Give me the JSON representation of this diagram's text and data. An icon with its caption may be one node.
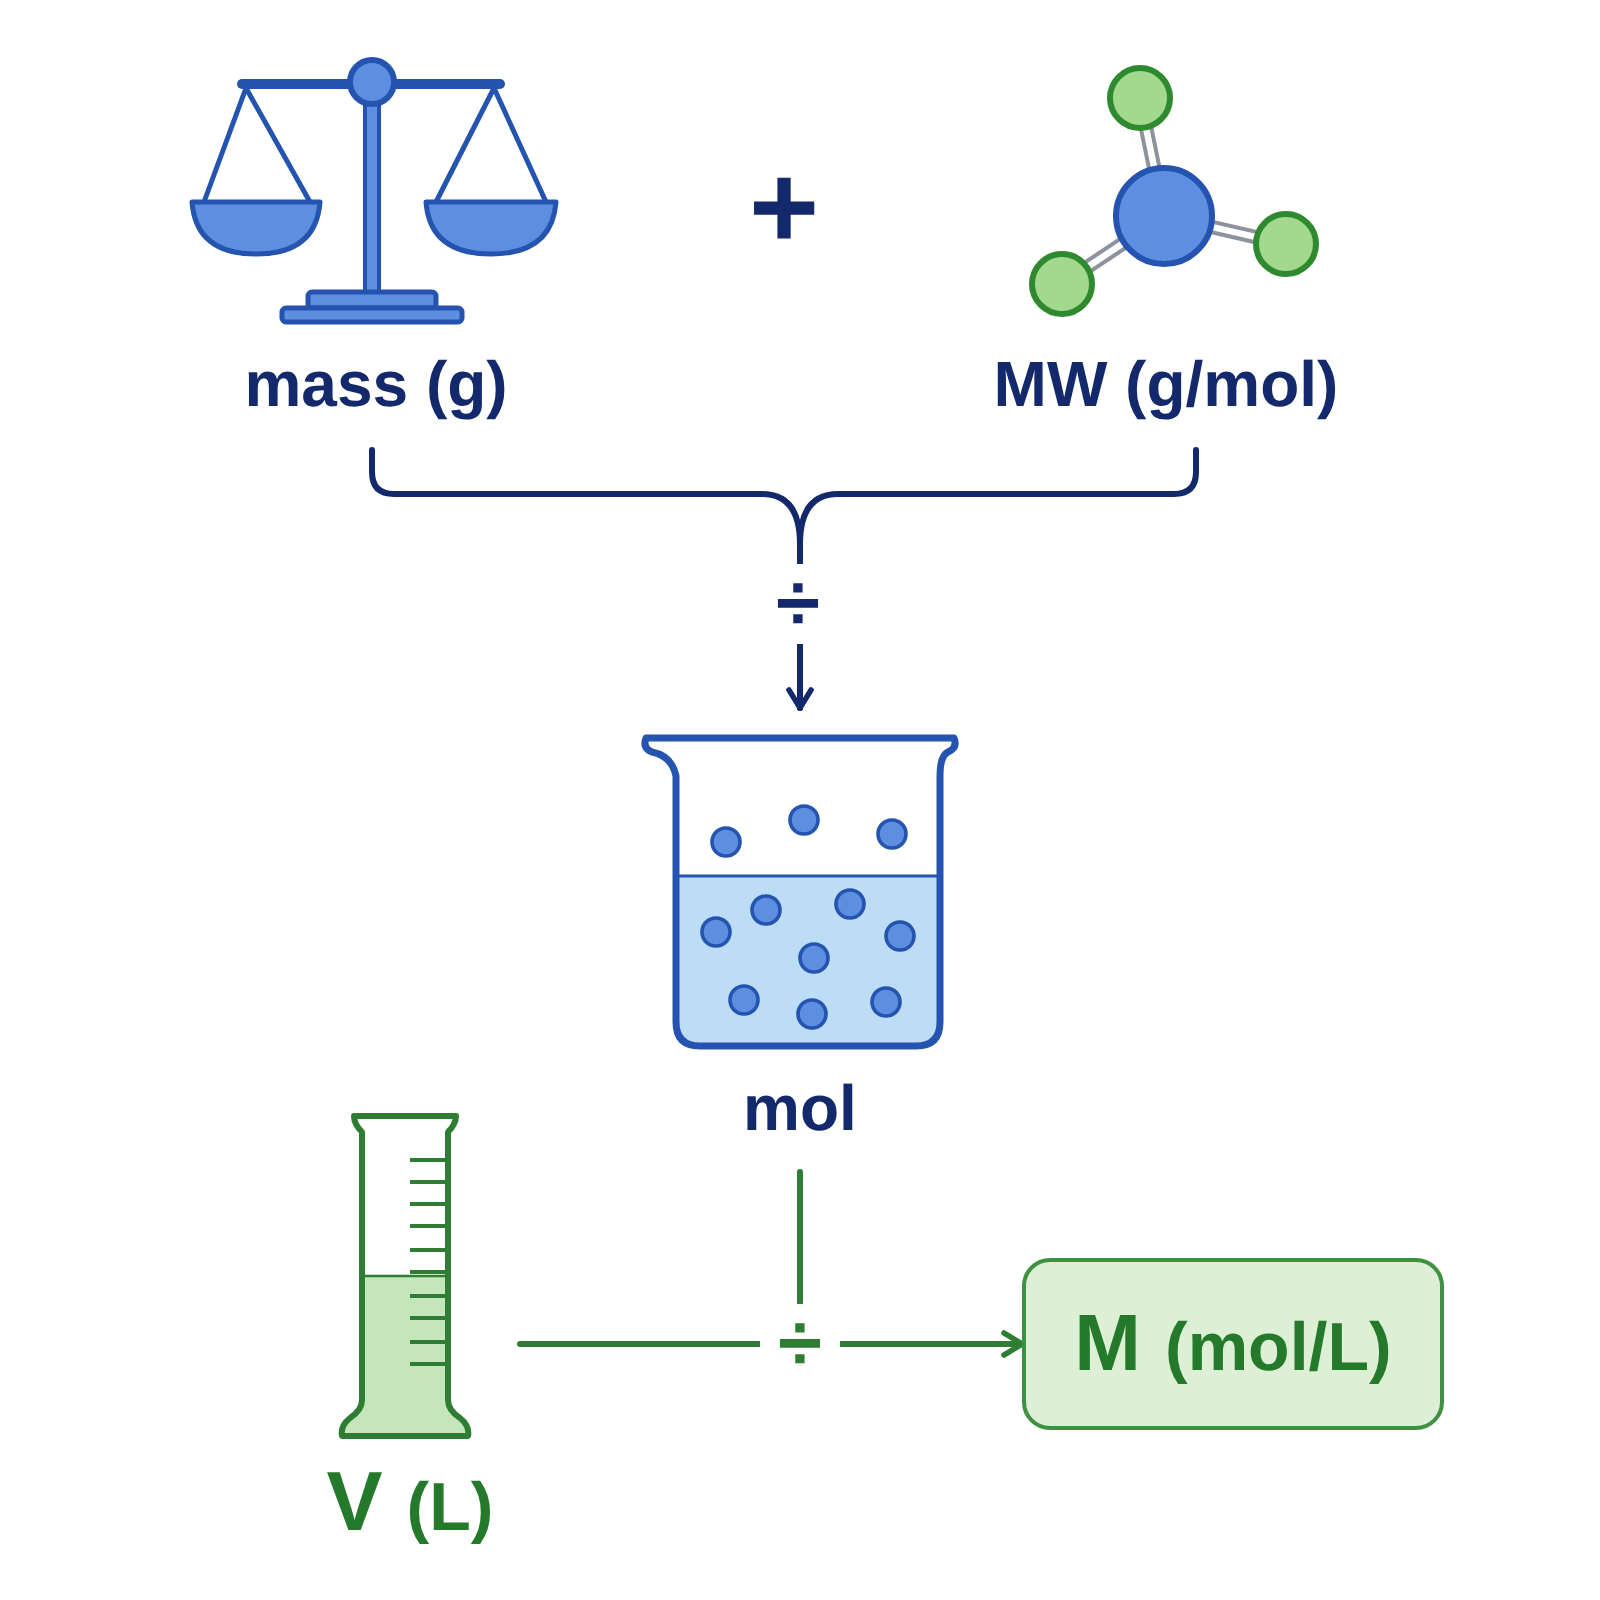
{
  "diagram": {
    "nodes": [
      {
        "text": [
          "mass (g)"
        ]
      },
      {
        "text": [
          "MW (g/mol)"
        ]
      },
      {
        "text": [
          "mol"
        ]
      },
      {
        "text": [
          "V",
          "(L)"
        ]
      },
      {
        "text": [
          "M",
          "(mol/L)"
        ]
      }
    ],
    "edges": [
      {
        "from": 0,
        "to": 2,
        "arrow": "to"
      },
      {
        "from": 1,
        "to": 2,
        "arrow": "to",
        "label": "÷"
      },
      {
        "from": 2,
        "to": 4,
        "arrow": "to",
        "color": "#2e7d32"
      },
      {
        "from": 3,
        "to": 4,
        "arrow": "to",
        "label": "÷",
        "color": "#2e7d32"
      }
    ],
    "labels": [
      "+"
    ]
  }
}
